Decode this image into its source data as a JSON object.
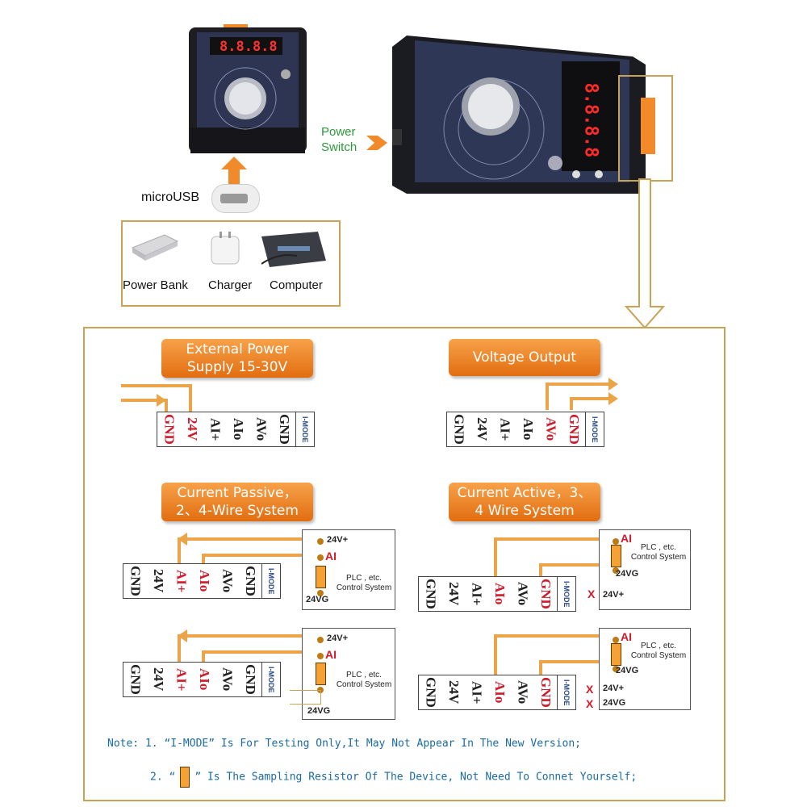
{
  "device": {
    "display_digits": "8.8.8.8",
    "power_switch_label": [
      "Power",
      "Switch"
    ],
    "usb_label": "microUSB"
  },
  "power_sources": [
    {
      "icon": "power-bank-icon",
      "label": "Power Bank"
    },
    {
      "icon": "charger-icon",
      "label": "Charger"
    },
    {
      "icon": "computer-icon",
      "label": "Computer"
    }
  ],
  "sections": {
    "external_power": {
      "title_line1": "External Power",
      "title_line2": "Supply 15-30V",
      "terminals": [
        "GND",
        "24V",
        "AI+",
        "AIo",
        "AVo",
        "GND"
      ],
      "highlight": [
        0,
        1
      ]
    },
    "voltage_output": {
      "title_line1": "Voltage Output",
      "title_line2": "",
      "terminals": [
        "GND",
        "24V",
        "AI+",
        "AIo",
        "AVo",
        "GND"
      ],
      "highlight": [
        4,
        5
      ]
    },
    "current_passive": {
      "title_line1": "Current Passive，",
      "title_line2": "2、4-Wire System",
      "terminals": [
        "GND",
        "24V",
        "AI+",
        "AIo",
        "AVo",
        "GND"
      ],
      "highlight": [
        2,
        3
      ]
    },
    "current_active": {
      "title_line1": "Current Active，3、",
      "title_line2": "4 Wire System",
      "terminals": [
        "GND",
        "24V",
        "AI+",
        "AIo",
        "AVo",
        "GND"
      ],
      "highlight": [
        3,
        5
      ]
    }
  },
  "imode_label": "I-MODE",
  "plc": {
    "v24_plus": "24V+",
    "ai": "AI",
    "v24_g": "24VG",
    "system_line1": "PLC , etc.",
    "system_line2": "Control System",
    "x_mark": "X"
  },
  "notes": {
    "line1": "Note: 1. “I-MODE” Is For Testing Only,It May Not Appear In The New Version;",
    "line2_prefix": "2. “",
    "line2_suffix": "” Is The Sampling Resistor Of The Device, Not Need To Connet Yourself;"
  },
  "colors": {
    "accent": "#e8832a",
    "border": "#c8a255",
    "red": "#d11a2a",
    "note": "#1b6aa5"
  }
}
